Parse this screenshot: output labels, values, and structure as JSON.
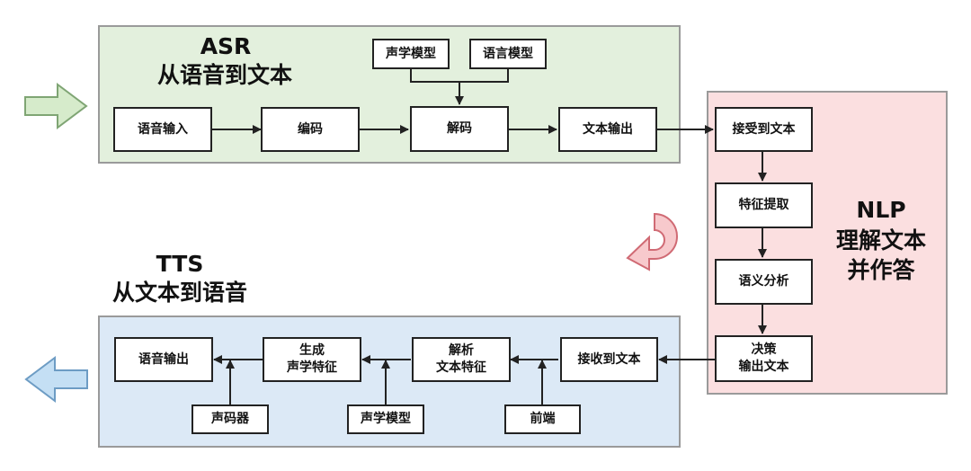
{
  "asr": {
    "title": "ASR",
    "subtitle": "从语音到文本",
    "speech_input": "语音输入",
    "encode": "编码",
    "decode": "解码",
    "text_output": "文本输出",
    "acoustic_model": "声学模型",
    "language_model": "语言模型"
  },
  "nlp": {
    "title": "NLP",
    "line1": "理解文本",
    "line2": "并作答",
    "receive_text": "接受到文本",
    "feature_extract": "特征提取",
    "semantic_analysis": "语义分析",
    "decision_output": "决策\n输出文本"
  },
  "tts": {
    "title": "TTS",
    "subtitle": "从文本到语音",
    "receive_text": "接收到文本",
    "parse_text_features": "解析\n文本特征",
    "generate_acoustic_features": "生成\n声学特征",
    "speech_output": "语音输出",
    "vocoder": "声码器",
    "acoustic_model": "声学模型",
    "frontend": "前端"
  },
  "colors": {
    "asr_bg": "#e3f0dd",
    "nlp_bg": "#fbdfe0",
    "tts_bg": "#dce9f6",
    "arrow_in_green": "#d6ebcb",
    "arrow_out_blue": "#c4dff4",
    "return_arrow_pink": "#f7c9cc"
  }
}
